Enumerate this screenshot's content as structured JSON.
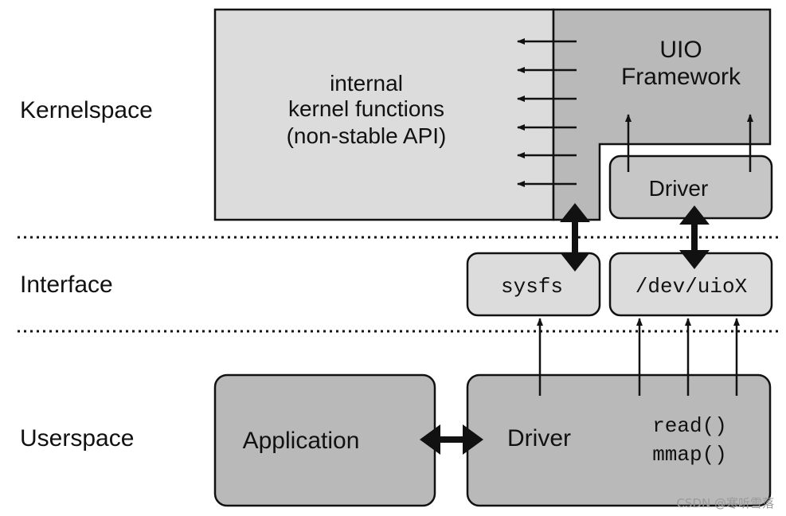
{
  "layers": {
    "kernelspace": "Kernelspace",
    "interface": "Interface",
    "userspace": "Userspace"
  },
  "kernel": {
    "internal_line1": "internal",
    "internal_line2": "kernel functions",
    "internal_line3": "(non-stable API)",
    "uio_line1": "UIO",
    "uio_line2": "Framework",
    "driver": "Driver"
  },
  "interface": {
    "sysfs": "sysfs",
    "dev": "/dev/uioX"
  },
  "user": {
    "application": "Application",
    "driver": "Driver",
    "read": "read()",
    "mmap": "mmap()"
  },
  "watermark": "CSDN @寒听雪落",
  "colors": {
    "box_light": "#dcdcdc",
    "box_mid": "#c6c6c6",
    "box_dark": "#b9b9b9",
    "stroke": "#111111"
  }
}
